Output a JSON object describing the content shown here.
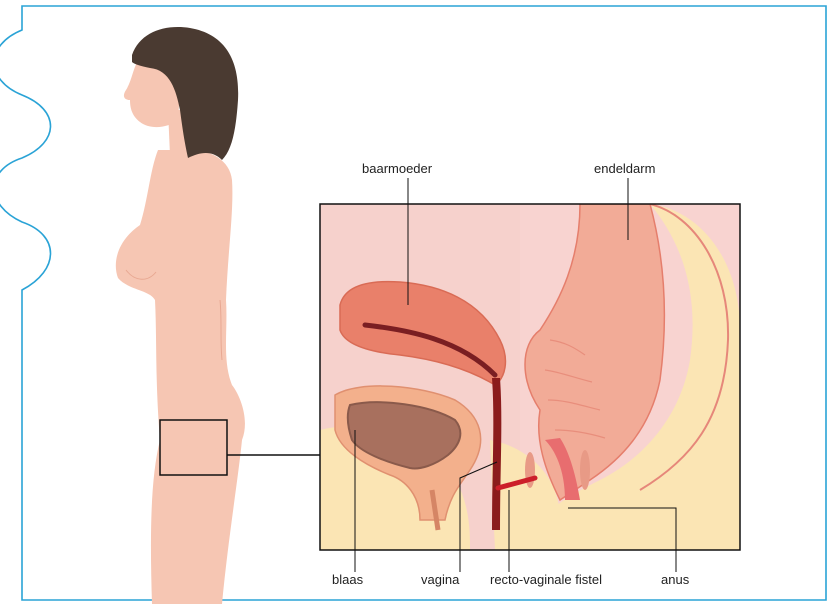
{
  "colors": {
    "frame_border": "#2aa3d6",
    "skin": "#f6c6b3",
    "hair": "#4a3a31",
    "uterus": "#e9806a",
    "bladder_wall": "#f3b08c",
    "bladder_inner": "#a8705e",
    "fat": "#fbe5b4",
    "rectum": "#f2ab97",
    "canal": "#8b1c1c",
    "fistula": "#cc1f2a"
  },
  "labels": {
    "uterus": "baarmoeder",
    "rectum": "endeldarm",
    "bladder": "blaas",
    "vagina": "vagina",
    "fistula": "recto-vaginale fistel",
    "anus": "anus"
  }
}
